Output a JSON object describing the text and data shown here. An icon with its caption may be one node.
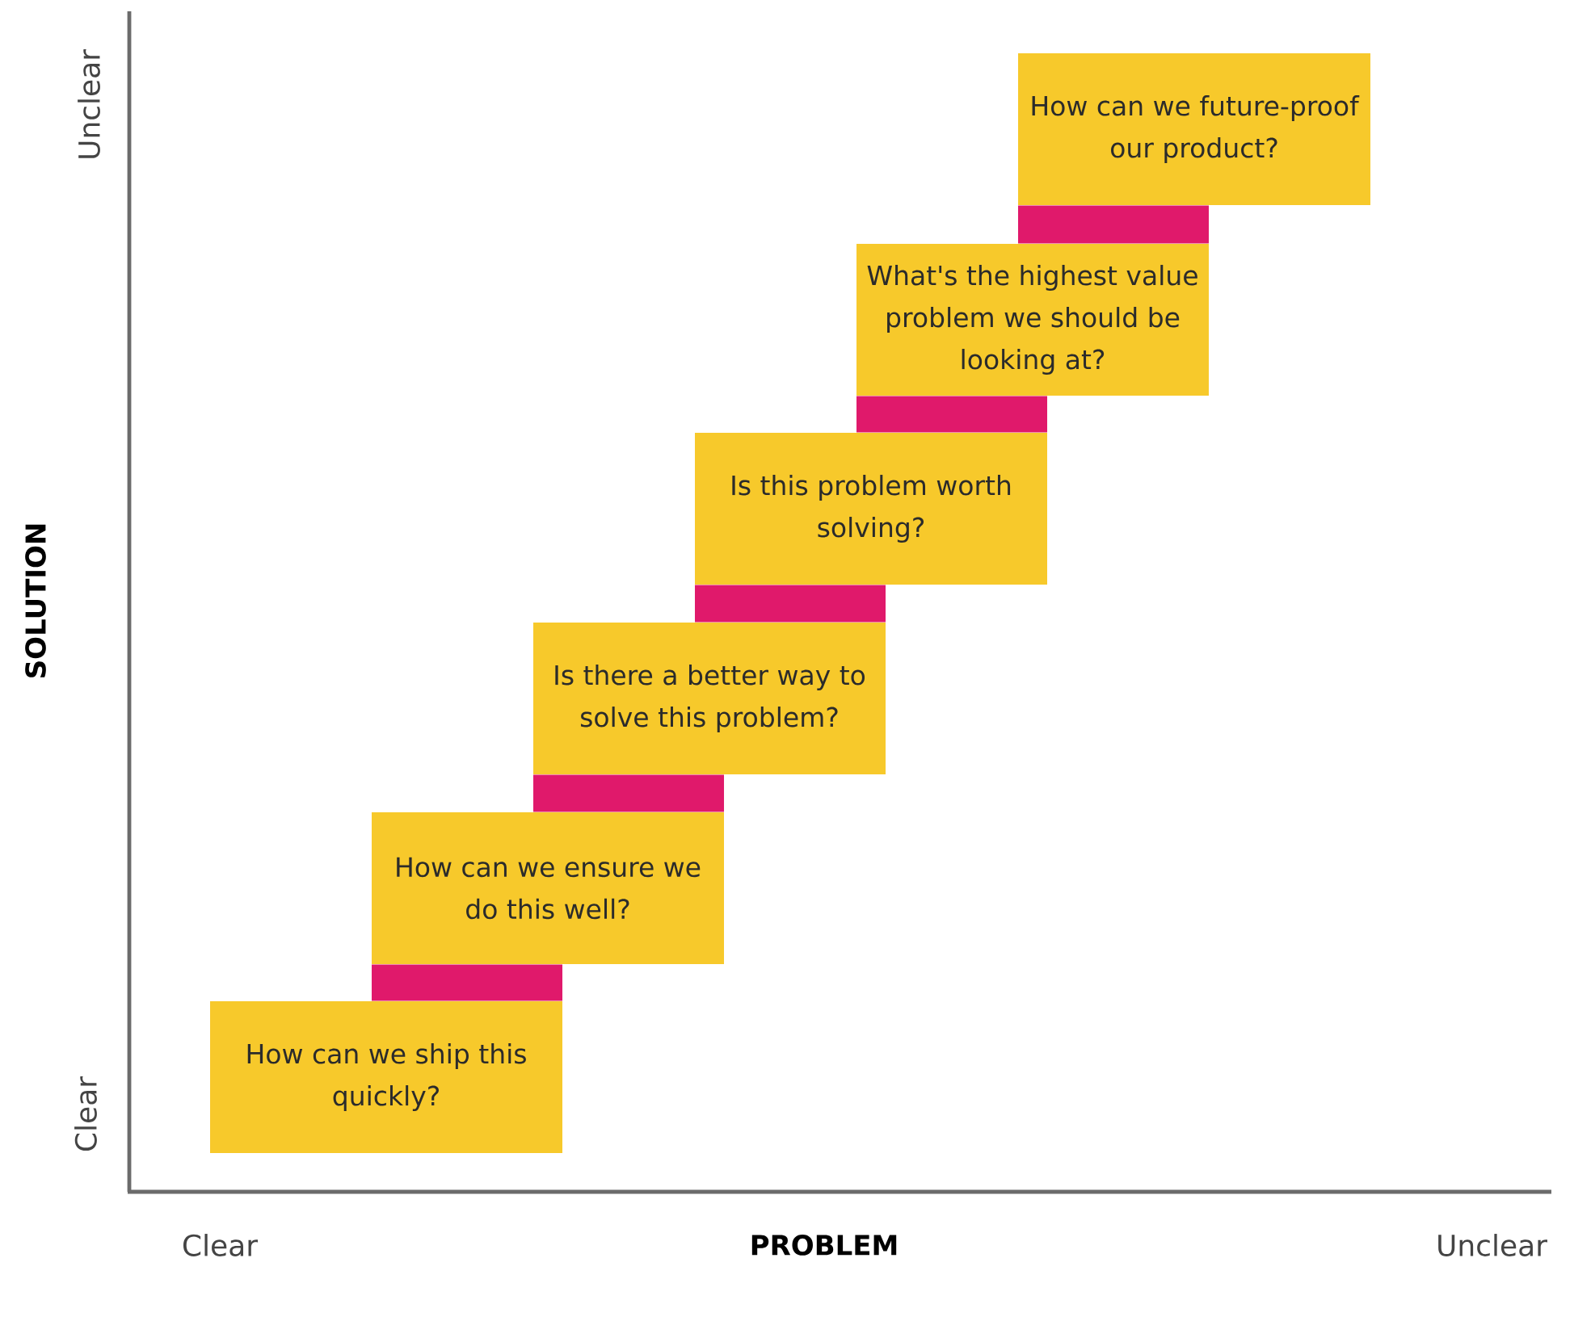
{
  "diagram": {
    "nodes": [
      {
        "text": [
          "How can we ship this quickly?"
        ]
      },
      {
        "text": [
          "How can we ensure we do this well?"
        ]
      },
      {
        "text": [
          "Is there a better way to solve this problem?"
        ]
      },
      {
        "text": [
          "Is this problem worth solving?"
        ]
      },
      {
        "text": [
          "What's the highest value problem we should be looking at?"
        ]
      },
      {
        "text": [
          "How can we future-proof our product?"
        ]
      }
    ],
    "edges": [
      {
        "from": 0,
        "to": 1,
        "arrow": "none"
      },
      {
        "from": 1,
        "to": 2,
        "arrow": "none"
      },
      {
        "from": 2,
        "to": 3,
        "arrow": "none"
      },
      {
        "from": 3,
        "to": 4,
        "arrow": "none"
      },
      {
        "from": 4,
        "to": 5,
        "arrow": "none"
      }
    ],
    "labels": [
      "Unclear",
      "SOLUTION",
      "Clear",
      "Clear",
      "PROBLEM",
      "Unclear"
    ]
  }
}
